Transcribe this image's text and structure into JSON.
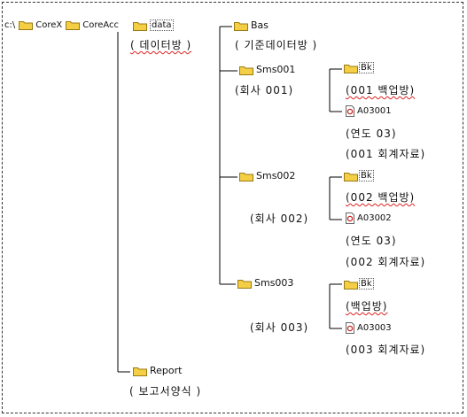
{
  "root": {
    "drive": "c:\\",
    "corex": "CoreX",
    "coreacc": "CoreAcc"
  },
  "data_node": {
    "name": "data",
    "note": "( 데이터방 )"
  },
  "report_node": {
    "name": "Report",
    "note": "( 보고서양식 )"
  },
  "bas": {
    "name": "Bas",
    "note": "( 기준데이터방 )"
  },
  "sms001": {
    "name": "Sms001",
    "note": "(회사 001)",
    "bk": "Bk",
    "bk_note": "(001 백업방)",
    "file": "A03001",
    "file_note1": "(연도 03)",
    "file_note2": "(001 회계자료)"
  },
  "sms002": {
    "name": "Sms002",
    "note": "(회사 002)",
    "bk": "Bk",
    "bk_note": "(002 백업방)",
    "file": "A03002",
    "file_note1": "(연도 03)",
    "file_note2": "(002 회계자료)"
  },
  "sms003": {
    "name": "Sms003",
    "note": "(회사 003)",
    "bk": "Bk",
    "bk_note": "(백업방)",
    "file": "A03003",
    "file_note1": "(003 회계자료)"
  },
  "colors": {
    "folder": "#f4cf45",
    "folder_edge": "#9a7a12",
    "line": "#000000",
    "file_red": "#cc2222"
  }
}
